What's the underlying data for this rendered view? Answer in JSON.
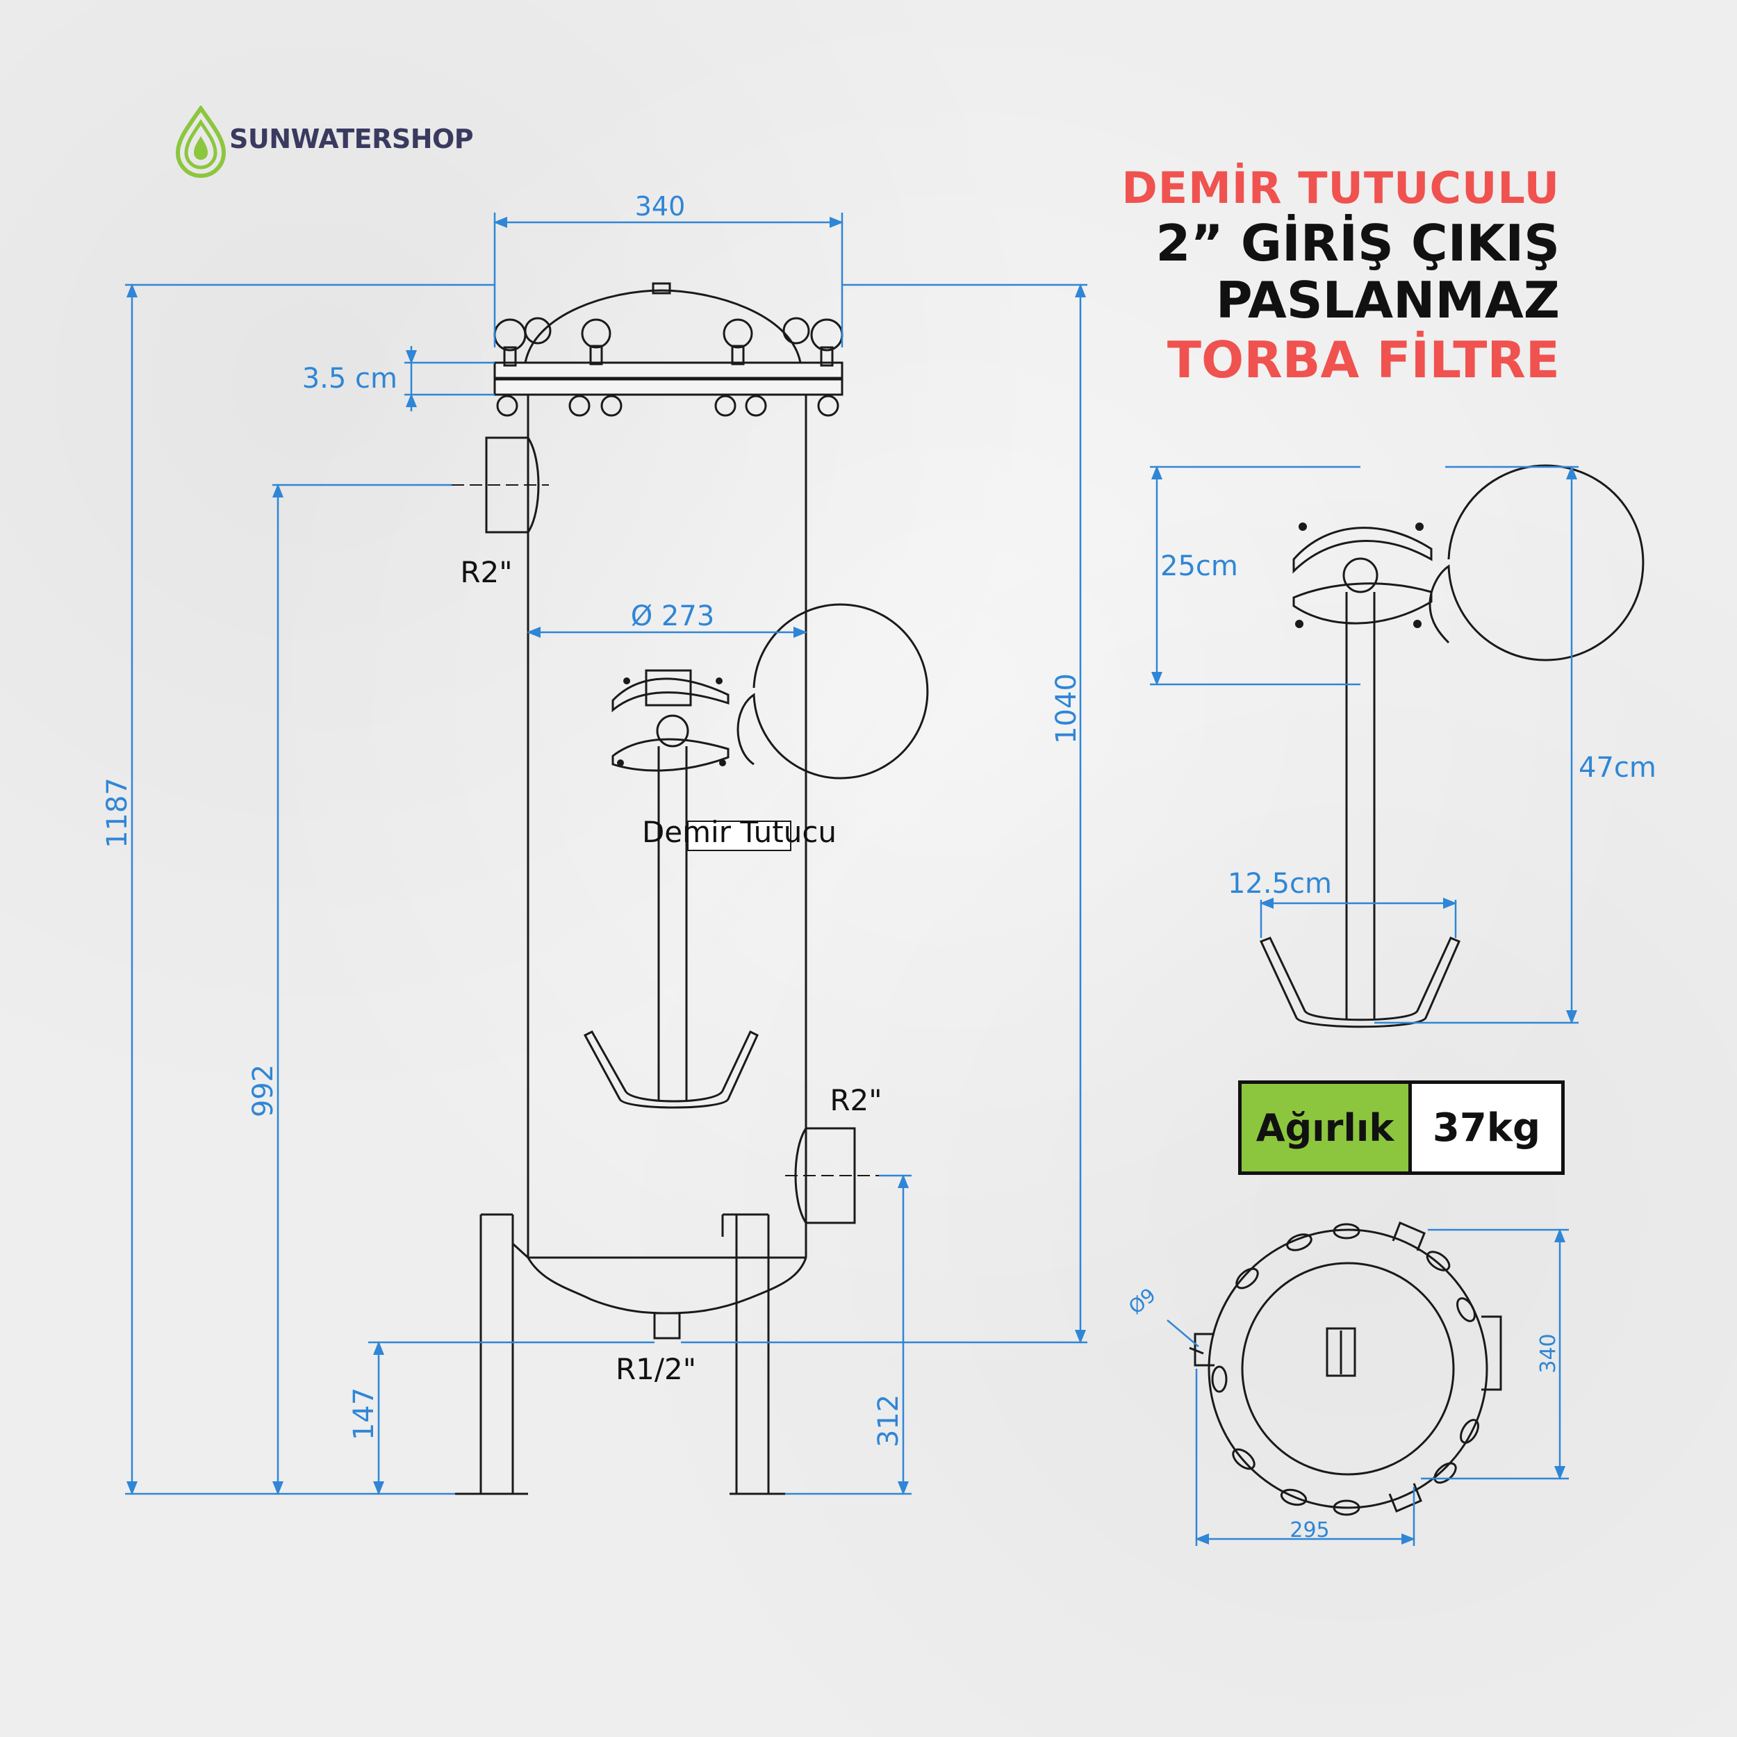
{
  "brand": {
    "name": "SUNWATERSHOP",
    "logo_icon": "water-drop-icon",
    "logo_color": "#8cc63e",
    "text_color": "#3a3a60"
  },
  "title": {
    "line1": "DEMİR TUTUCULU",
    "line2": "2” GİRİŞ ÇIKIŞ",
    "line3": "PASLANMAZ",
    "line4": "TORBA FİLTRE",
    "accent_color": "#f0524f",
    "dark_color": "#111111"
  },
  "weight": {
    "label": "Ağırlık",
    "value": "37kg",
    "label_bg": "#8cc63e"
  },
  "main_view": {
    "dims": {
      "top_width": "340",
      "lid_height": "3.5 cm",
      "total_height": "1187",
      "inlet_height": "992",
      "body_height": "1040",
      "body_diameter": "Ø 273",
      "drain_height": "147",
      "outlet_height": "312"
    },
    "labels": {
      "inlet": "R2\"",
      "outlet": "R2\"",
      "drain": "R1/2\"",
      "basket_holder": "Demir Tutucu"
    }
  },
  "holder_view": {
    "dims": {
      "plate_height": "25cm",
      "total_height": "47cm",
      "basket_width": "12.5cm"
    }
  },
  "top_view": {
    "dims": {
      "hole": "Ø9",
      "height": "340",
      "width": "295"
    }
  },
  "colors": {
    "dimension_line": "#2f86d6",
    "drawing_line": "#1a1a1a",
    "background": "#eeeeee"
  }
}
